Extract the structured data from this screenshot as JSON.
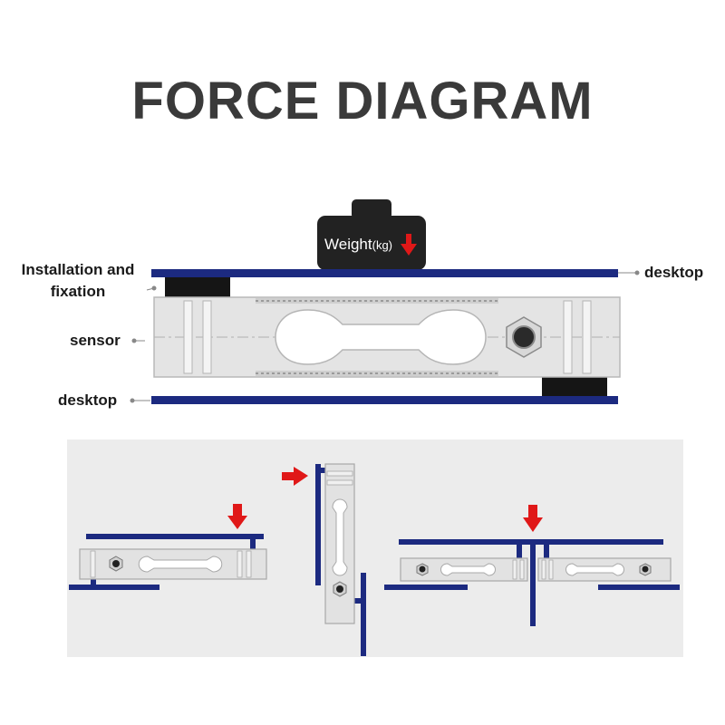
{
  "title": "FORCE DIAGRAM",
  "labels": {
    "installation_line1": "Installation and",
    "installation_line2": "fixation",
    "sensor": "sensor",
    "desktop_left": "desktop",
    "desktop_right": "desktop",
    "weight": "Weight",
    "weight_unit": "(kg)"
  },
  "colors": {
    "title": "#3a3a3a",
    "plate": "#1c2a80",
    "arrow": "#e01818",
    "sensor_body": "#e4e4e4",
    "weight_block": "#222222",
    "panel_bg": "#ececec"
  }
}
